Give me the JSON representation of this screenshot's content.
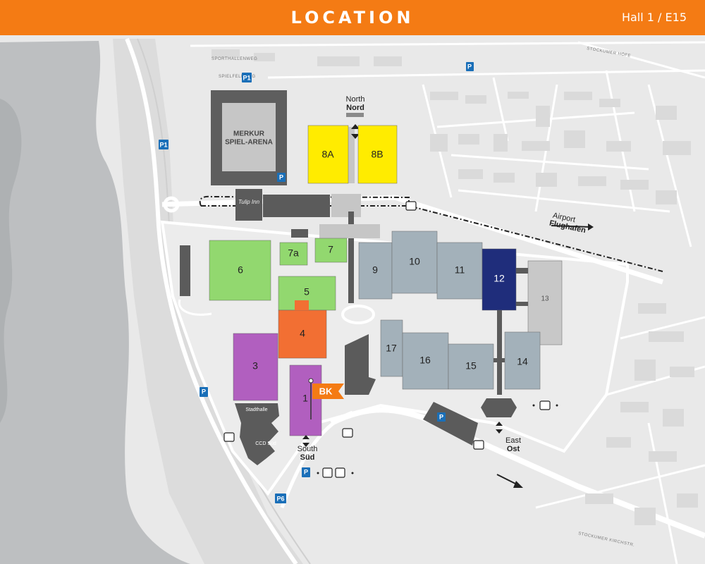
{
  "header": {
    "title": "LOCATION",
    "booth": "Hall 1 / E15"
  },
  "halls": {
    "h1": "1",
    "h3": "3",
    "h4": "4",
    "h5": "5",
    "h6": "6",
    "h7": "7",
    "h7a": "7a",
    "h8a": "8A",
    "h8b": "8B",
    "h9": "9",
    "h10": "10",
    "h11": "11",
    "h12": "12",
    "h13": "13",
    "h14": "14",
    "h15": "15",
    "h16": "16",
    "h17": "17"
  },
  "arena": {
    "line1": "MERKUR",
    "line2": "SPIEL-ARENA"
  },
  "hotel": "Tulip Inn",
  "stadthalle": "Stadthalle",
  "ccd_sued": "CCD Süd",
  "marker": "BK",
  "entrances": {
    "north_en": "North",
    "north_de": "Nord",
    "south_en": "South",
    "south_de": "Süd",
    "east_en": "East",
    "east_de": "Ost",
    "airport_en": "Airport",
    "airport_de": "Flughafen"
  },
  "parking": {
    "p1": "P1",
    "p6": "P6",
    "p": "P"
  },
  "streets": {
    "sporthallenweg": "SPORTHALLENWEG",
    "spielfeldweg": "SPIELFELDWEG",
    "stockumer_hoefe": "STOCKUMER HÖFE",
    "stockumer_kirchstr": "STOCKUMER KIRCHSTR."
  },
  "colors": {
    "header": "#f47b14",
    "yellow": "#ffec00",
    "green": "#92d86f",
    "orange": "#f26f33",
    "purple": "#b15fbf",
    "gray_blue": "#a3b1ba",
    "navy": "#1f2d7b",
    "light_gray": "#c8c8c8",
    "dark": "#5b5b5b",
    "water": "#b9bcbe",
    "parking": "#1a6fb8"
  }
}
